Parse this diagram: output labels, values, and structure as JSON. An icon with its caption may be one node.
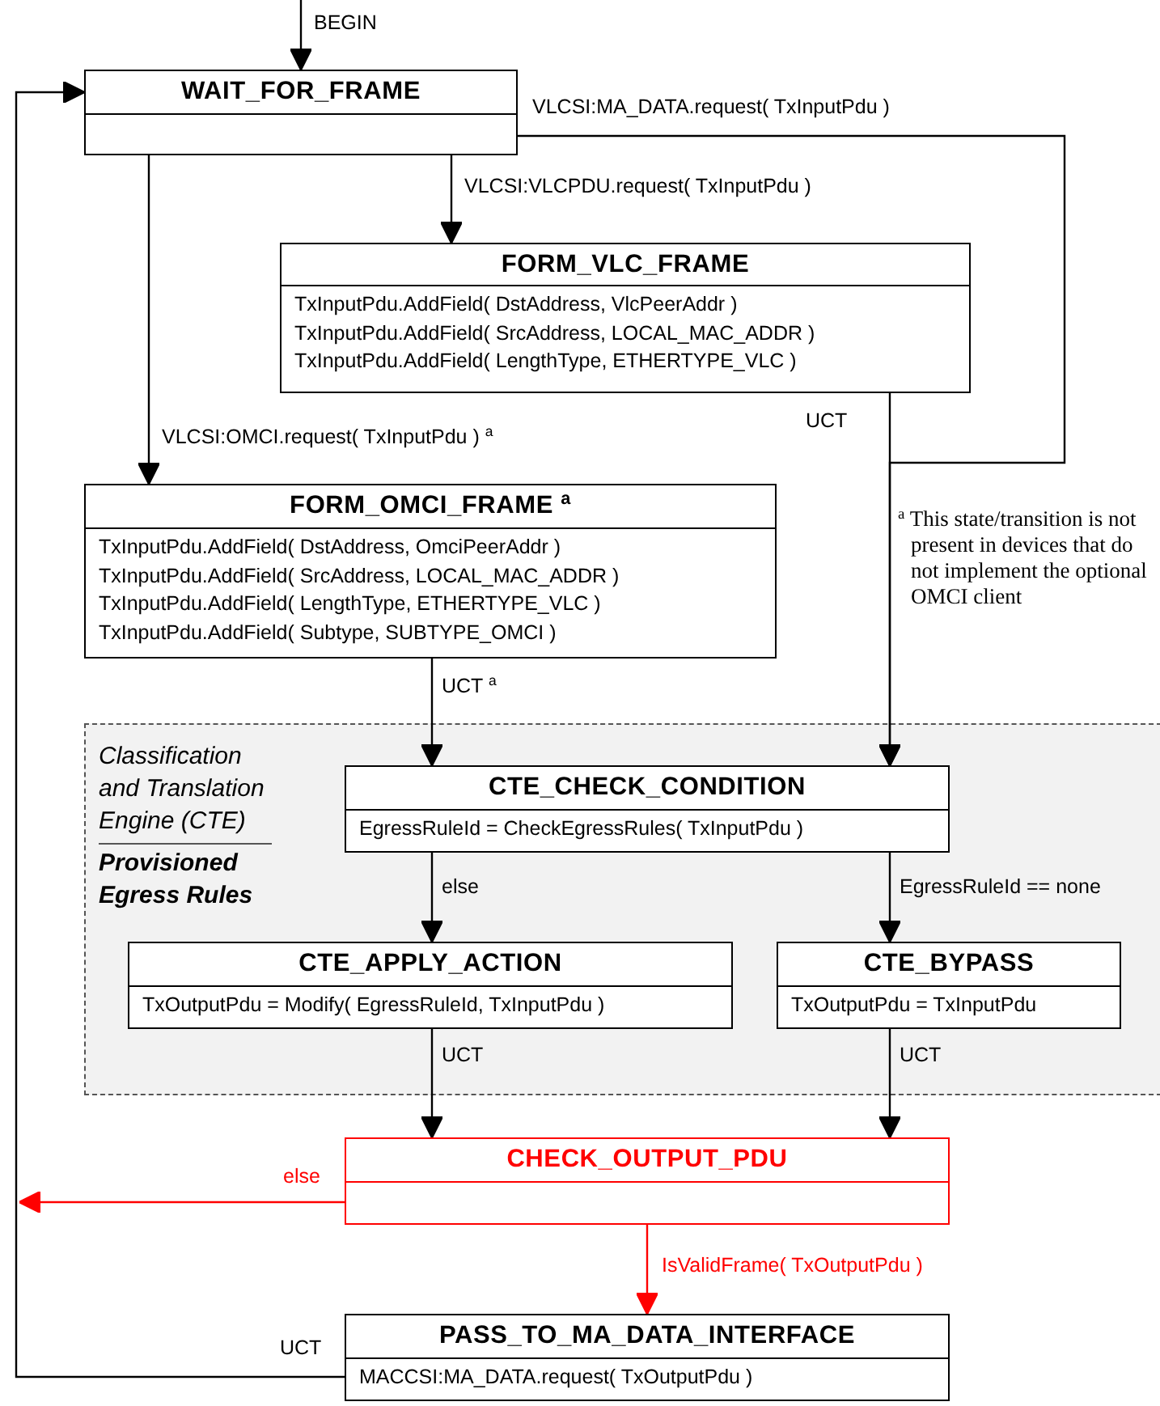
{
  "diagram": {
    "nodes": [
      {
        "text": [
          "WAIT_FOR_FRAME"
        ]
      },
      {
        "text": [
          "FORM_VLC_FRAME",
          "TxInputPdu.AddField( DstAddress, VlcPeerAddr )",
          "TxInputPdu.AddField( SrcAddress, LOCAL_MAC_ADDR )",
          "TxInputPdu.AddField( LengthType, ETHERTYPE_VLC )"
        ]
      },
      {
        "text": [
          "FORM_OMCI_FRAME $^{a}$",
          "TxInputPdu.AddField( DstAddress, OmciPeerAddr )",
          "TxInputPdu.AddField( SrcAddress, LOCAL_MAC_ADDR )",
          "TxInputPdu.AddField( LengthType, ETHERTYPE_VLC )",
          "TxInputPdu.AddField( Subtype, SUBTYPE_OMCI )"
        ]
      },
      {
        "text": [
          "Classification and Translation Engine (CTE)",
          "Provisioned Egress Rules"
        ]
      },
      {
        "text": [
          "CTE_CHECK_CONDITION",
          "EgressRuleId = CheckEgressRules( TxInputPdu )"
        ],
        "in": 3
      },
      {
        "text": [
          "CTE_APPLY_ACTION",
          "TxOutputPdu = Modify( EgressRuleId, TxInputPdu )"
        ],
        "in": 3
      },
      {
        "text": [
          "CTE_BYPASS",
          "TxOutputPdu = TxInputPdu"
        ],
        "in": 3
      },
      {
        "text": [
          "CHECK_OUTPUT_PDU"
        ]
      },
      {
        "text": [
          "PASS_TO_MA_DATA_INTERFACE",
          "MACCSI:MA_DATA.request( TxOutputPdu )"
        ]
      }
    ],
    "edges": [
      {
        "from": null,
        "to": 0,
        "arrow": "to",
        "label": "BEGIN"
      },
      {
        "from": 0,
        "to": 1,
        "arrow": "to",
        "label": "VLCSI:VLCPDU.request( TxInputPdu )"
      },
      {
        "from": 0,
        "to": 2,
        "arrow": "to",
        "label": "VLCSI:OMCI.request( TxInputPdu ) $^{a}$"
      },
      {
        "from": 0,
        "to": 4,
        "arrow": "to",
        "label": "VLCSI:MA_DATA.request( TxInputPdu )"
      },
      {
        "from": 1,
        "to": 4,
        "arrow": "to",
        "label": "UCT"
      },
      {
        "from": 2,
        "to": 4,
        "arrow": "to",
        "label": "UCT $^{a}$"
      },
      {
        "from": 4,
        "to": 5,
        "arrow": "to",
        "label": "else"
      },
      {
        "from": 4,
        "to": 6,
        "arrow": "to",
        "label": "EgressRuleId == none"
      },
      {
        "from": 5,
        "to": 7,
        "arrow": "to",
        "label": "UCT"
      },
      {
        "from": 6,
        "to": 7,
        "arrow": "to",
        "label": "UCT"
      },
      {
        "from": 7,
        "to": null,
        "arrow": "to",
        "label": "else",
        "color": "#ff0000"
      },
      {
        "from": 7,
        "to": 8,
        "arrow": "to",
        "label": "IsValidFrame( TxOutputPdu )",
        "color": "#ff0000"
      },
      {
        "from": 8,
        "to": 0,
        "arrow": "to",
        "label": "UCT"
      }
    ],
    "labels": [
      "$^{a}$ This state/transition is not present in devices that do not implement the optional OMCI client"
    ]
  }
}
